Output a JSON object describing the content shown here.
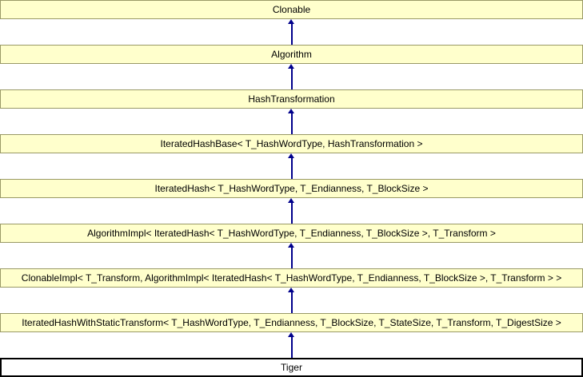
{
  "diagram": {
    "kind": "class-inheritance-diagram",
    "orientation": "vertical, arrows point upward from derived class to base class",
    "colors": {
      "bg": "#FFFFFF",
      "node_fill": "#FFFFCC",
      "node_border": "#999966",
      "arrow": "#00008B",
      "current_fill": "#FFFFFF",
      "current_border": "#000000",
      "text": "#000000"
    },
    "nodes": [
      {
        "label": "Clonable"
      },
      {
        "label": "Algorithm"
      },
      {
        "label": "HashTransformation"
      },
      {
        "label": "IteratedHashBase< T_HashWordType, HashTransformation >"
      },
      {
        "label": "IteratedHash< T_HashWordType, T_Endianness, T_BlockSize >"
      },
      {
        "label": "AlgorithmImpl< IteratedHash< T_HashWordType, T_Endianness, T_BlockSize >, T_Transform >"
      },
      {
        "label": "ClonableImpl< T_Transform, AlgorithmImpl< IteratedHash< T_HashWordType, T_Endianness, T_BlockSize >, T_Transform > >"
      },
      {
        "label": "IteratedHashWithStaticTransform< T_HashWordType, T_Endianness, T_BlockSize, T_StateSize, T_Transform, T_DigestSize >"
      },
      {
        "label": "Tiger",
        "current": true
      }
    ],
    "edges": [
      {
        "from": "Algorithm",
        "to": "Clonable"
      },
      {
        "from": "HashTransformation",
        "to": "Algorithm"
      },
      {
        "from": "IteratedHashBase< T_HashWordType, HashTransformation >",
        "to": "HashTransformation"
      },
      {
        "from": "IteratedHash< T_HashWordType, T_Endianness, T_BlockSize >",
        "to": "IteratedHashBase< T_HashWordType, HashTransformation >"
      },
      {
        "from": "AlgorithmImpl< IteratedHash< T_HashWordType, T_Endianness, T_BlockSize >, T_Transform >",
        "to": "IteratedHash< T_HashWordType, T_Endianness, T_BlockSize >"
      },
      {
        "from": "ClonableImpl< T_Transform, AlgorithmImpl< IteratedHash< T_HashWordType, T_Endianness, T_BlockSize >, T_Transform > >",
        "to": "AlgorithmImpl< IteratedHash< T_HashWordType, T_Endianness, T_BlockSize >, T_Transform >"
      },
      {
        "from": "IteratedHashWithStaticTransform< T_HashWordType, T_Endianness, T_BlockSize, T_StateSize, T_Transform, T_DigestSize >",
        "to": "ClonableImpl< T_Transform, AlgorithmImpl< IteratedHash< T_HashWordType, T_Endianness, T_BlockSize >, T_Transform > >"
      },
      {
        "from": "Tiger",
        "to": "IteratedHashWithStaticTransform< T_HashWordType, T_Endianness, T_BlockSize, T_StateSize, T_Transform, T_DigestSize >"
      }
    ]
  }
}
